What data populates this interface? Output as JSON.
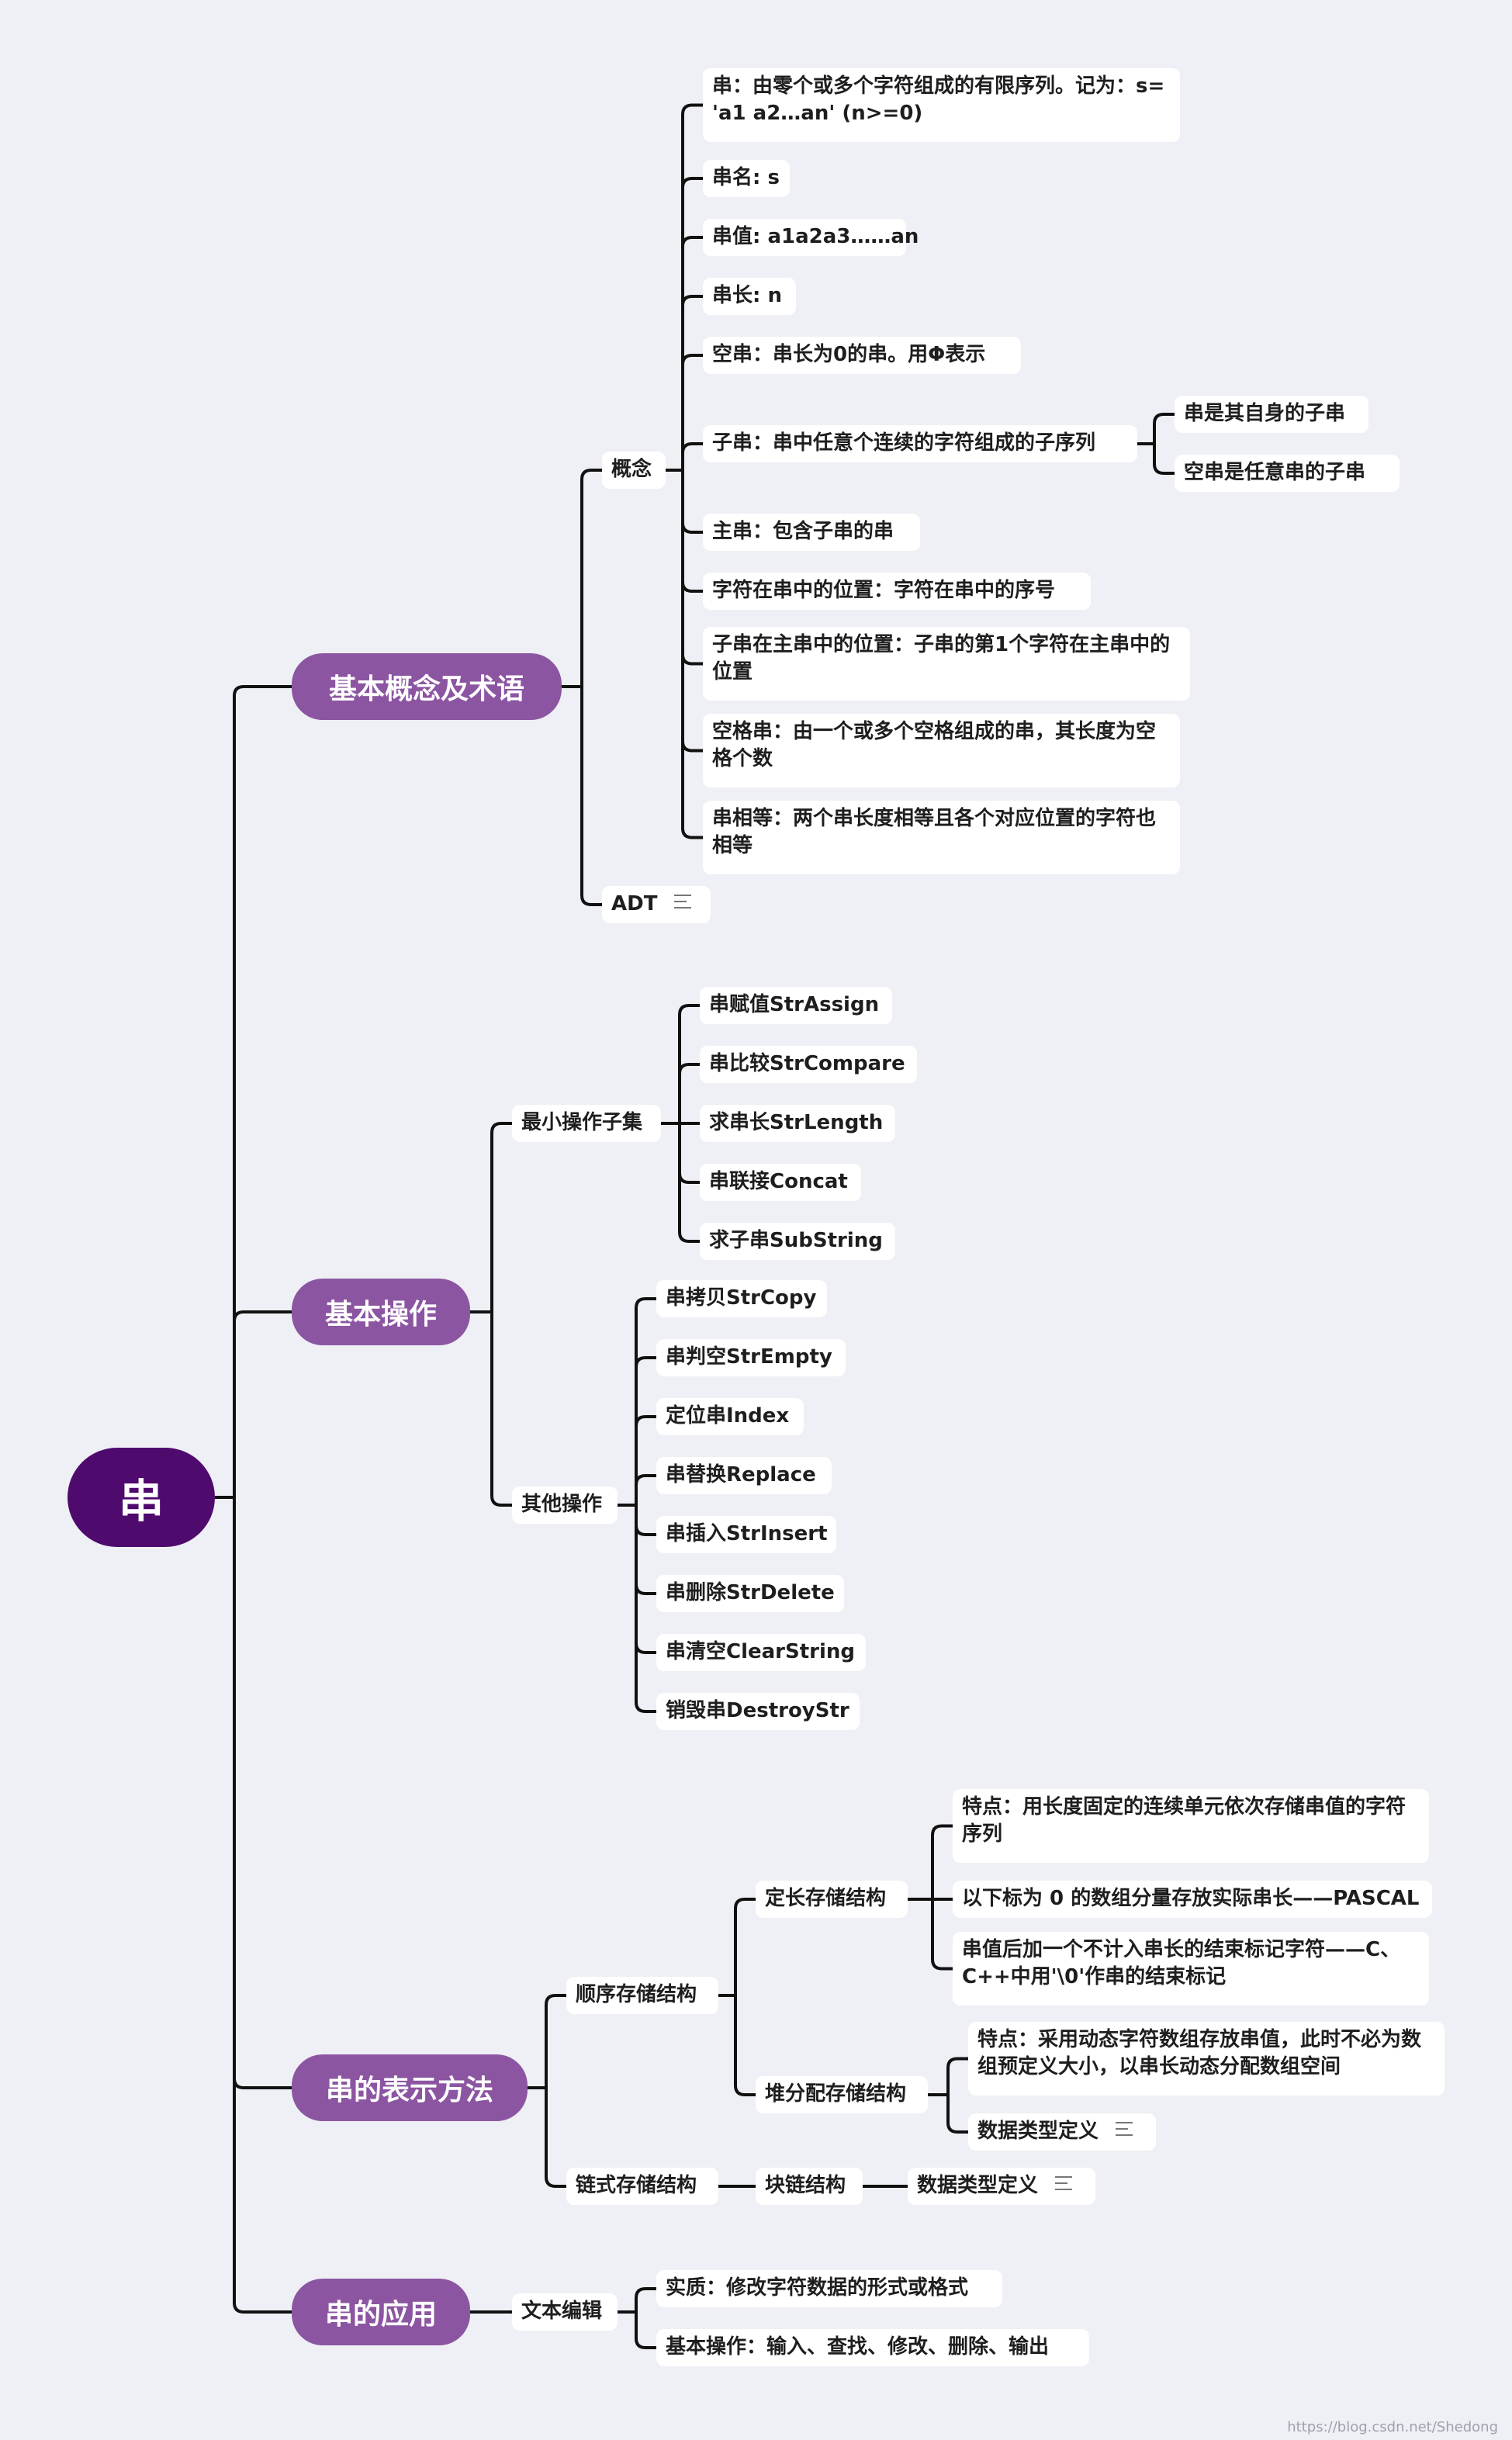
{
  "root": {
    "label": "串"
  },
  "branches": {
    "concepts": {
      "label": "基本概念及术语",
      "concept": {
        "label": "概念",
        "items": {
          "definition": "串：由零个或多个字符组成的有限序列。记为：s= 'a1 a2…an' (n>=0)",
          "name": "串名: s",
          "value": "串值: a1a2a3……an",
          "length": "串长: n",
          "empty": "空串：串长为0的串。用Φ表示",
          "substring": "子串：串中任意个连续的字符组成的子序列",
          "substring_self": "串是其自身的子串",
          "substring_empty": "空串是任意串的子串",
          "main_string": "主串：包含子串的串",
          "char_position": "字符在串中的位置：字符在串中的序号",
          "sub_position": "子串在主串中的位置：子串的第1个字符在主串中的位置",
          "space_string": "空格串：由一个或多个空格组成的串，其长度为空格个数",
          "equal": "串相等：两个串长度相等且各个对应位置的字符也相等"
        }
      },
      "adt": {
        "label": "ADT"
      }
    },
    "operations": {
      "label": "基本操作",
      "minimal": {
        "label": "最小操作子集",
        "items": [
          "串赋值StrAssign",
          "串比较StrCompare",
          "求串长StrLength",
          "串联接Concat",
          "求子串SubString"
        ]
      },
      "others": {
        "label": "其他操作",
        "items": [
          "串拷贝StrCopy",
          "串判空StrEmpty",
          "定位串Index",
          "串替换Replace",
          "串插入StrInsert",
          "串删除StrDelete",
          "串清空ClearString",
          "销毁串DestroyStr"
        ]
      }
    },
    "representation": {
      "label": "串的表示方法",
      "sequential": {
        "label": "顺序存储结构",
        "fixed": {
          "label": "定长存储结构",
          "items": [
            "特点：用长度固定的连续单元依次存储串值的字符序列",
            "以下标为 0 的数组分量存放实际串长——PASCAL",
            "串值后加一个不计入串长的结束标记字符——C、C++中用'\\0'作串的结束标记"
          ]
        },
        "heap": {
          "label": "堆分配存储结构",
          "feature": "特点：采用动态字符数组存放串值，此时不必为数组预定义大小，以串长动态分配数组空间",
          "type_def": "数据类型定义"
        }
      },
      "linked": {
        "label": "链式存储结构",
        "block": "块链结构",
        "type_def": "数据类型定义"
      }
    },
    "application": {
      "label": "串的应用",
      "editing": {
        "label": "文本编辑",
        "items": [
          "实质：修改字符数据的形式或格式",
          "基本操作：输入、查找、修改、删除、输出"
        ]
      }
    }
  },
  "watermark": "https://blog.csdn.net/Shedong",
  "colors": {
    "background": "#eef0f5",
    "root": "#4f0a6e",
    "main": "#8c55a2",
    "node": "#ffffff",
    "line": "#111111"
  }
}
